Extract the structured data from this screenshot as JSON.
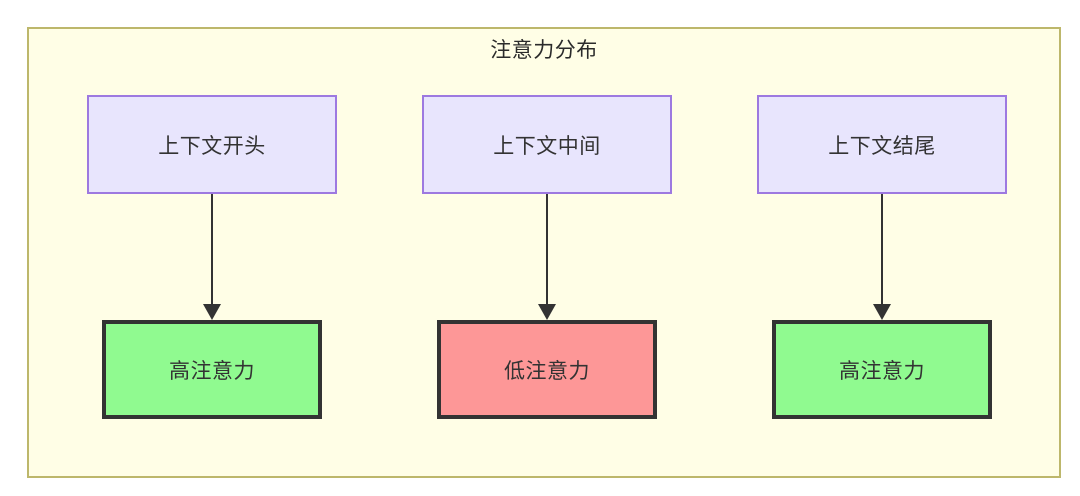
{
  "diagram": {
    "title": "注意力分布",
    "container": {
      "fill": "#fffee6",
      "border": "#bdb76b"
    },
    "colors": {
      "context_fill": "#e8e5fd",
      "context_border": "#9d79e0",
      "high_attention_fill": "#90fa90",
      "low_attention_fill": "#fd9797",
      "node_border": "#333333",
      "arrow": "#333333"
    },
    "columns": [
      {
        "top_label": "上下文开头",
        "bottom_label": "高注意力",
        "bottom_state": "high",
        "arrow": "down-arrow-icon"
      },
      {
        "top_label": "上下文中间",
        "bottom_label": "低注意力",
        "bottom_state": "low",
        "arrow": "down-arrow-icon"
      },
      {
        "top_label": "上下文结尾",
        "bottom_label": "高注意力",
        "bottom_state": "high",
        "arrow": "down-arrow-icon"
      }
    ]
  }
}
